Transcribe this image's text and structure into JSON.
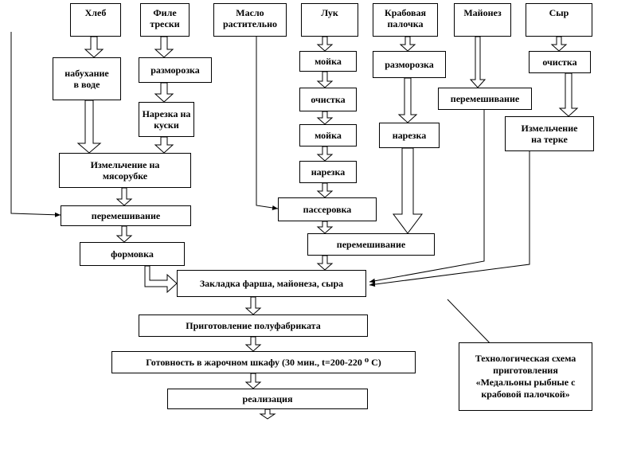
{
  "ingredients": {
    "bread": "Хлеб",
    "cod": "Филе\nтрески",
    "oil": "Масло\nрастительно",
    "onion": "Лук",
    "crab": "Крабовая\nпалочка",
    "mayo": "Майонез",
    "cheese": "Сыр"
  },
  "steps": {
    "soaking": "набухание\nв воде",
    "thaw_cod": "разморозка",
    "cut_pieces": "Нарезка на\nкуски",
    "grind_mincer": "Измельчение на\nмясорубке",
    "mix_1": "перемешивание",
    "forming": "формовка",
    "wash_1": "мойка",
    "peel_onion": "очистка",
    "wash_2": "мойка",
    "slice_onion": "нарезка",
    "saute": "пассеровка",
    "thaw_crab": "разморозка",
    "slice_crab": "нарезка",
    "mix_2": "перемешивание",
    "mix_mayo": "перемешивание",
    "clean_cheese": "очистка",
    "grate_cheese": "Измельчение\nна терке",
    "assembly": "Закладка фарша, майонеза, сыра",
    "semi_product": "Приготовление полуфабриката",
    "oven": "Готовность в жарочном шкафу (30 мин., t=200-220 ⁰ С)",
    "sale": "реализация"
  },
  "caption": "Технологическая схема\nприготовления\n«Медальоны рыбные с\nкрабовой палочкой»"
}
